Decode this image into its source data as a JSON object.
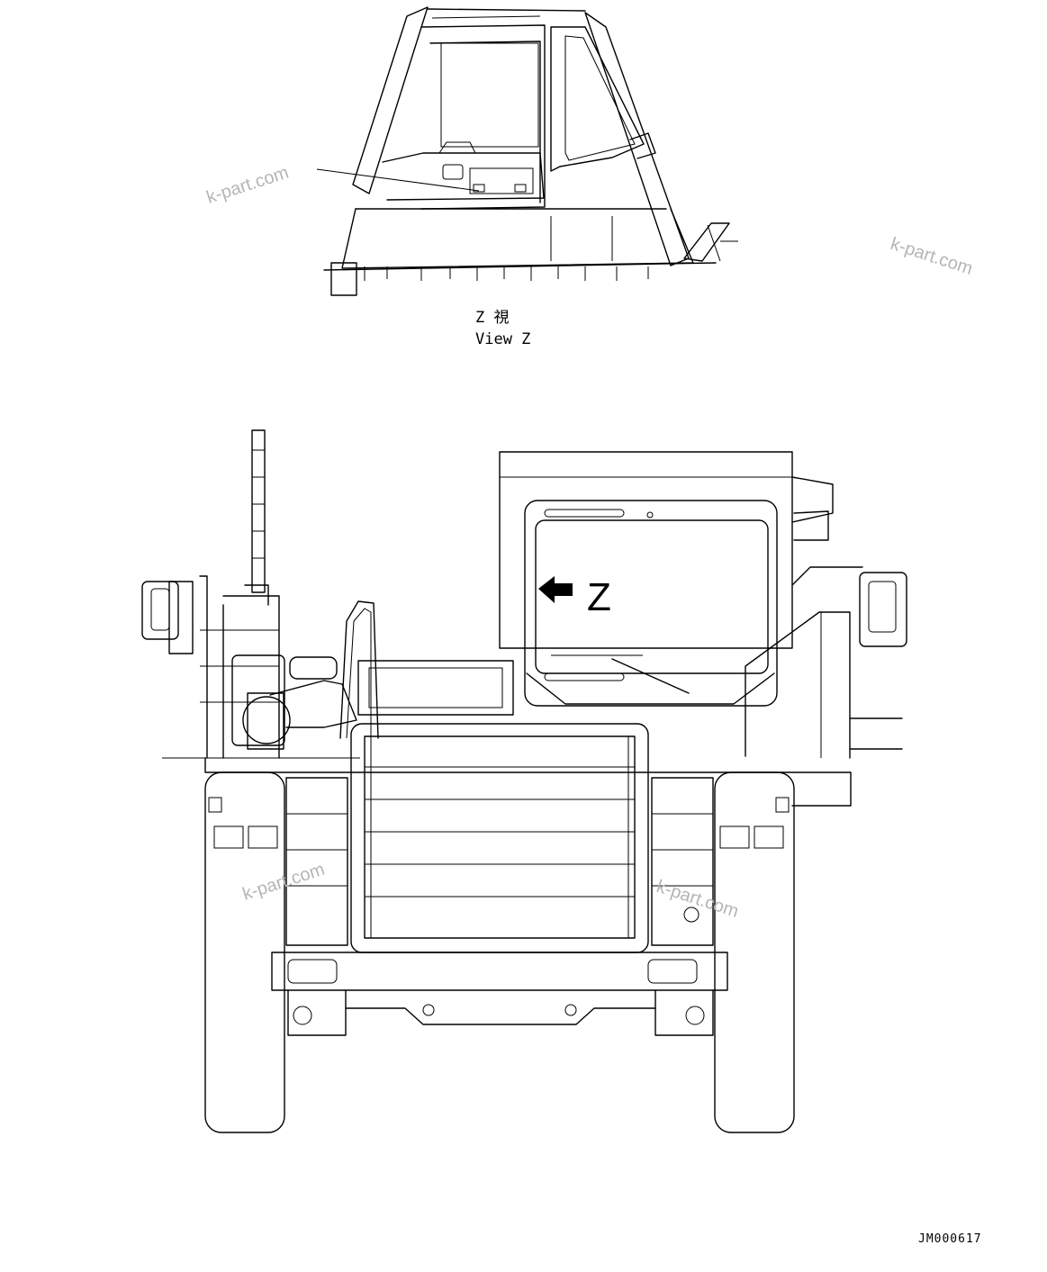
{
  "view_caption": {
    "japanese": "Z  視",
    "english": "View Z"
  },
  "arrow_label": "Z",
  "watermarks": [
    "k-part.com",
    "k-part.com",
    "k-part.com",
    "k-part.com"
  ],
  "drawing_number": "JM000617"
}
